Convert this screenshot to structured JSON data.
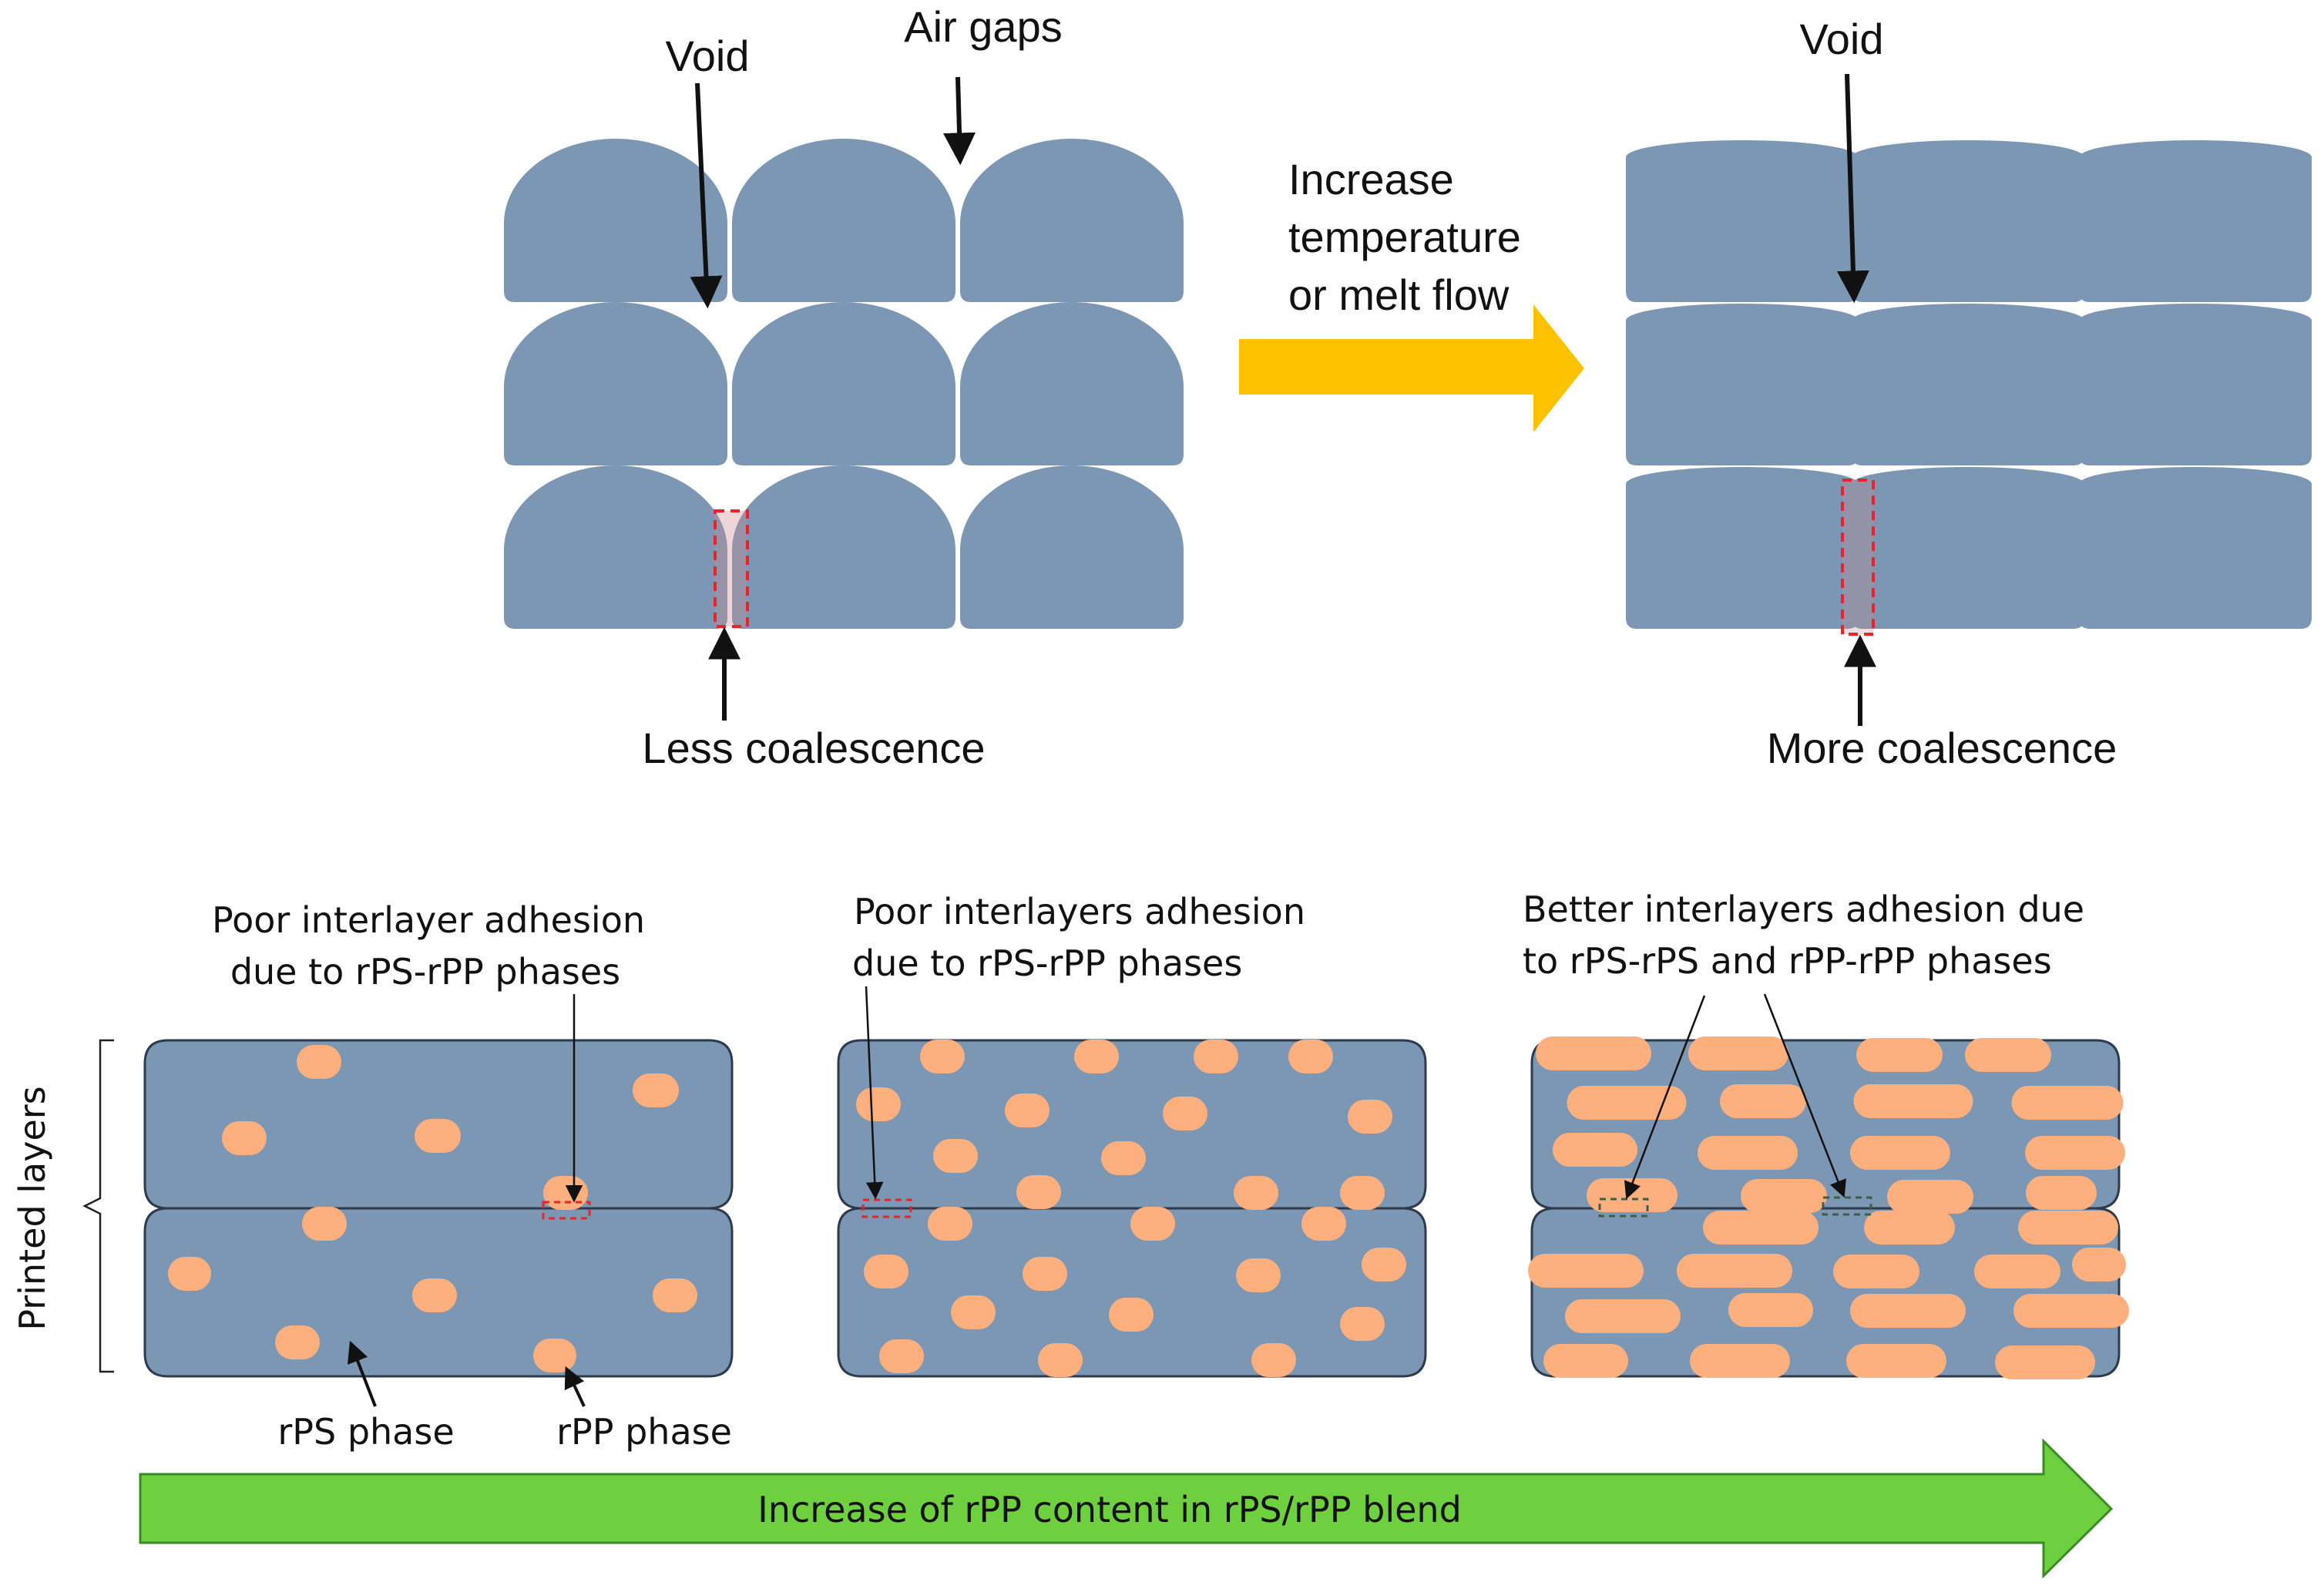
{
  "colors": {
    "bead": "#7b97b4",
    "rpp_phase": "#fdb07e",
    "coalescence_box": "#e8242a",
    "heat_arrow": "#fcc200",
    "content_arrow": "#6ed03f",
    "content_arrow_edge": "#3a8a26",
    "good_box": "#3f5e4a"
  },
  "top": {
    "left": {
      "void_label": "Void",
      "air_gaps_label": "Air gaps",
      "coalescence_label": "Less coalescence"
    },
    "process_arrow": {
      "line1": "Increase",
      "line2": "temperature",
      "line3": "or melt flow"
    },
    "right": {
      "void_label": "Void",
      "coalescence_label": "More coalescence"
    }
  },
  "bottom": {
    "side_label": "Printed layers",
    "panel1": {
      "caption_line1": "Poor interlayer adhesion",
      "caption_line2": "due to rPS-rPP phases",
      "rps_label": "rPS phase",
      "rpp_label": "rPP phase"
    },
    "panel2": {
      "caption_line1": "Poor interlayers adhesion",
      "caption_line2": "due to rPS-rPP phases"
    },
    "panel3": {
      "caption_line1": "Better interlayers adhesion due",
      "caption_line2": "to rPS-rPS and rPP-rPP phases"
    },
    "trend_arrow_label": "Increase of rPP content in rPS/rPP blend"
  }
}
